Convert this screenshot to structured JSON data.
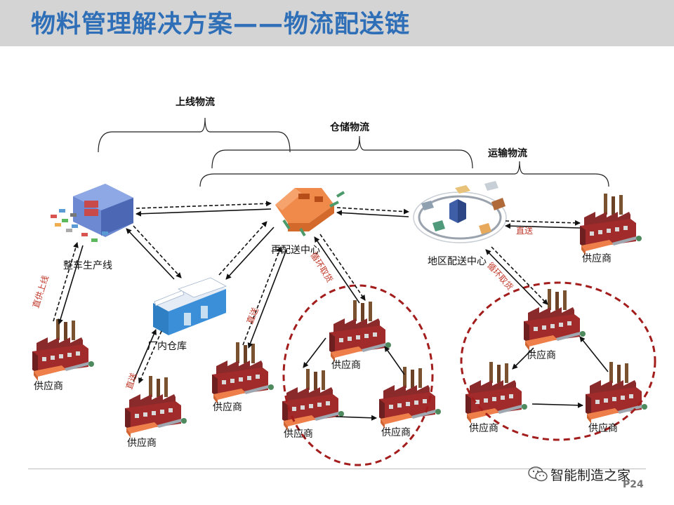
{
  "title": "物料管理解决方案——物流配送链",
  "sections": {
    "online_logistics": "上线物流",
    "warehouse_logistics": "仓储物流",
    "transport_logistics": "运输物流"
  },
  "nodes": {
    "assembly_line": "整车生产线",
    "inplant_warehouse": "厂内仓库",
    "redistribution_center": "再配送中心",
    "regional_center": "地区配送中心",
    "supplier": "供应商"
  },
  "flows": {
    "direct_online": "直供上线",
    "direct": "直送",
    "milk_run": "循环取货"
  },
  "footer": {
    "brand": "智能制造之家",
    "page": "P24"
  },
  "colors": {
    "title": "#2e6fb8",
    "header_bg": "#d4d4d4",
    "circle": "#a31d1d",
    "flow_label": "#c0392b"
  }
}
